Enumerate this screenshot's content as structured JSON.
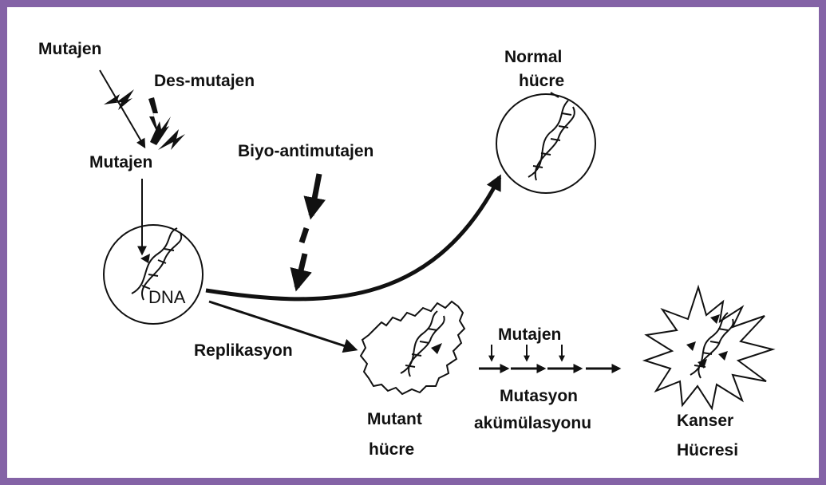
{
  "labels": {
    "mutagen_top": "Mutajen",
    "desmutagen": "Des-mutajen",
    "mutagen_mid": "Mutajen",
    "dna": "DNA",
    "bioantimutagen": "Biyo-antimutajen",
    "normal_cell_line1": "Normal",
    "normal_cell_line2": "hücre",
    "replication": "Replikasyon",
    "mutant_cell_line1": "Mutant",
    "mutant_cell_line2": "hücre",
    "mutagen_right": "Mutajen",
    "mutation_line1": "Mutasyon",
    "mutation_line2": "akümülasyonu",
    "cancer_line1": "Kanser",
    "cancer_line2": "Hücresi"
  },
  "colors": {
    "frame": "#8463a6",
    "ink": "#111111",
    "background": "#ffffff"
  }
}
